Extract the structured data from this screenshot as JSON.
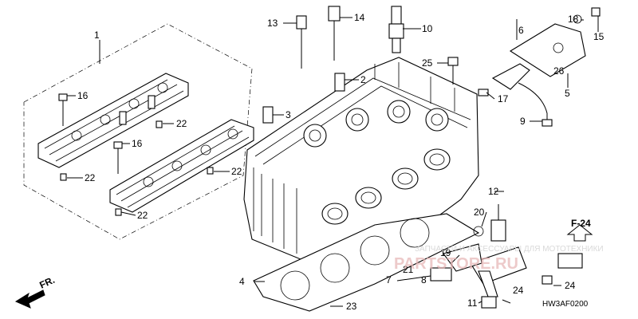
{
  "diagram": {
    "callouts": {
      "c1": "1",
      "c2": "2",
      "c3": "3",
      "c4": "4",
      "c5": "5",
      "c6": "6",
      "c7": "7",
      "c8": "8",
      "c9": "9",
      "c10": "10",
      "c11": "11",
      "c12": "12",
      "c13": "13",
      "c14": "14",
      "c15": "15",
      "c16a": "16",
      "c16b": "16",
      "c17": "17",
      "c18": "18",
      "c19": "19",
      "c20": "20",
      "c21": "21",
      "c22a": "22",
      "c22b": "22",
      "c22c": "22",
      "c22d": "22",
      "c23": "23",
      "c24a": "24",
      "c24b": "24",
      "c25": "25",
      "c26": "26"
    },
    "frame_ref": "F-24",
    "front_label": "FR.",
    "drawing_code": "HW3AF0200",
    "watermark_text": "ЗАПЧАСТИ И АКСЕССУАРЫ ДЛЯ МОТОТЕХНИКИ",
    "watermark_logo": "PARTSTORE.RU",
    "colors": {
      "line": "#000000",
      "background": "#ffffff",
      "watermark": "#d9d9d9",
      "logo": "#e6b3b3"
    }
  }
}
